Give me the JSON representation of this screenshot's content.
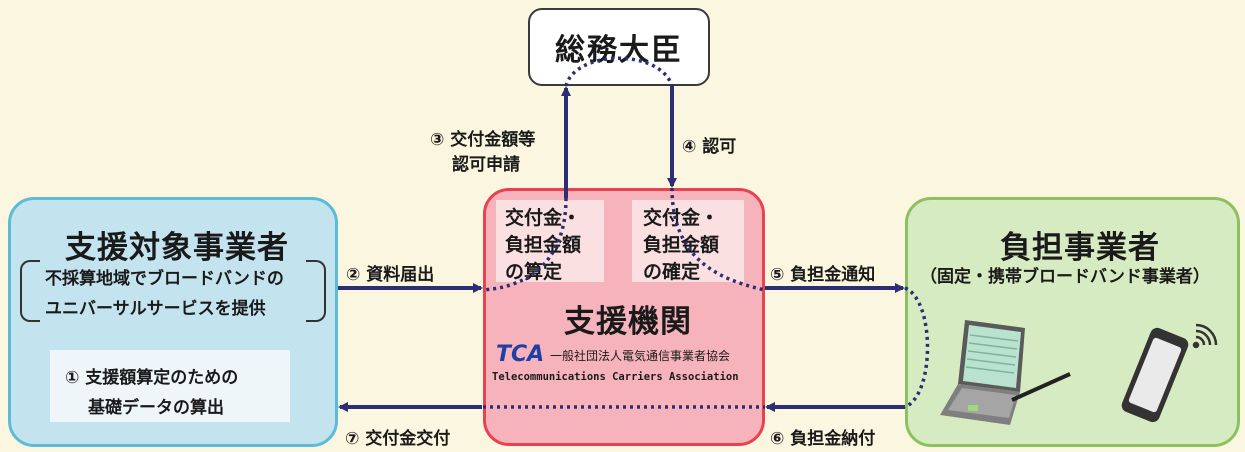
{
  "minister": {
    "label": "総務大臣"
  },
  "support_target": {
    "title": "支援対象事業者",
    "desc_line1": "不採算地域でブロードバンドの",
    "desc_line2": "ユニバーサルサービスを提供",
    "step1_line1": "① 支援額算定のための",
    "step1_line2": "基礎データの算出"
  },
  "support_agency": {
    "title": "支援機関",
    "calc_left": [
      "交付金・",
      "負担金額",
      "の算定"
    ],
    "calc_right": [
      "交付金・",
      "負担金額",
      "の確定"
    ],
    "logo_mark": "TCA",
    "logo_jp": "一般社団法人電気通信事業者協会",
    "logo_en": "Telecommunications Carriers Association"
  },
  "burden": {
    "title": "負担事業者",
    "subtitle": "（固定・携帯ブロードバンド事業者）"
  },
  "flows": {
    "step2": "② 資料届出",
    "step3_line1": "③ 交付金額等",
    "step3_line2": "認可申請",
    "step4": "④ 認可",
    "step5": "⑤ 負担金通知",
    "step6": "⑥ 負担金納付",
    "step7": "⑦ 交付金交付"
  },
  "colors": {
    "arrow": "#2b2e73",
    "blue_box": "#c3e3ef",
    "red_box": "#f7b3bb",
    "green_box": "#d7ebc2"
  }
}
